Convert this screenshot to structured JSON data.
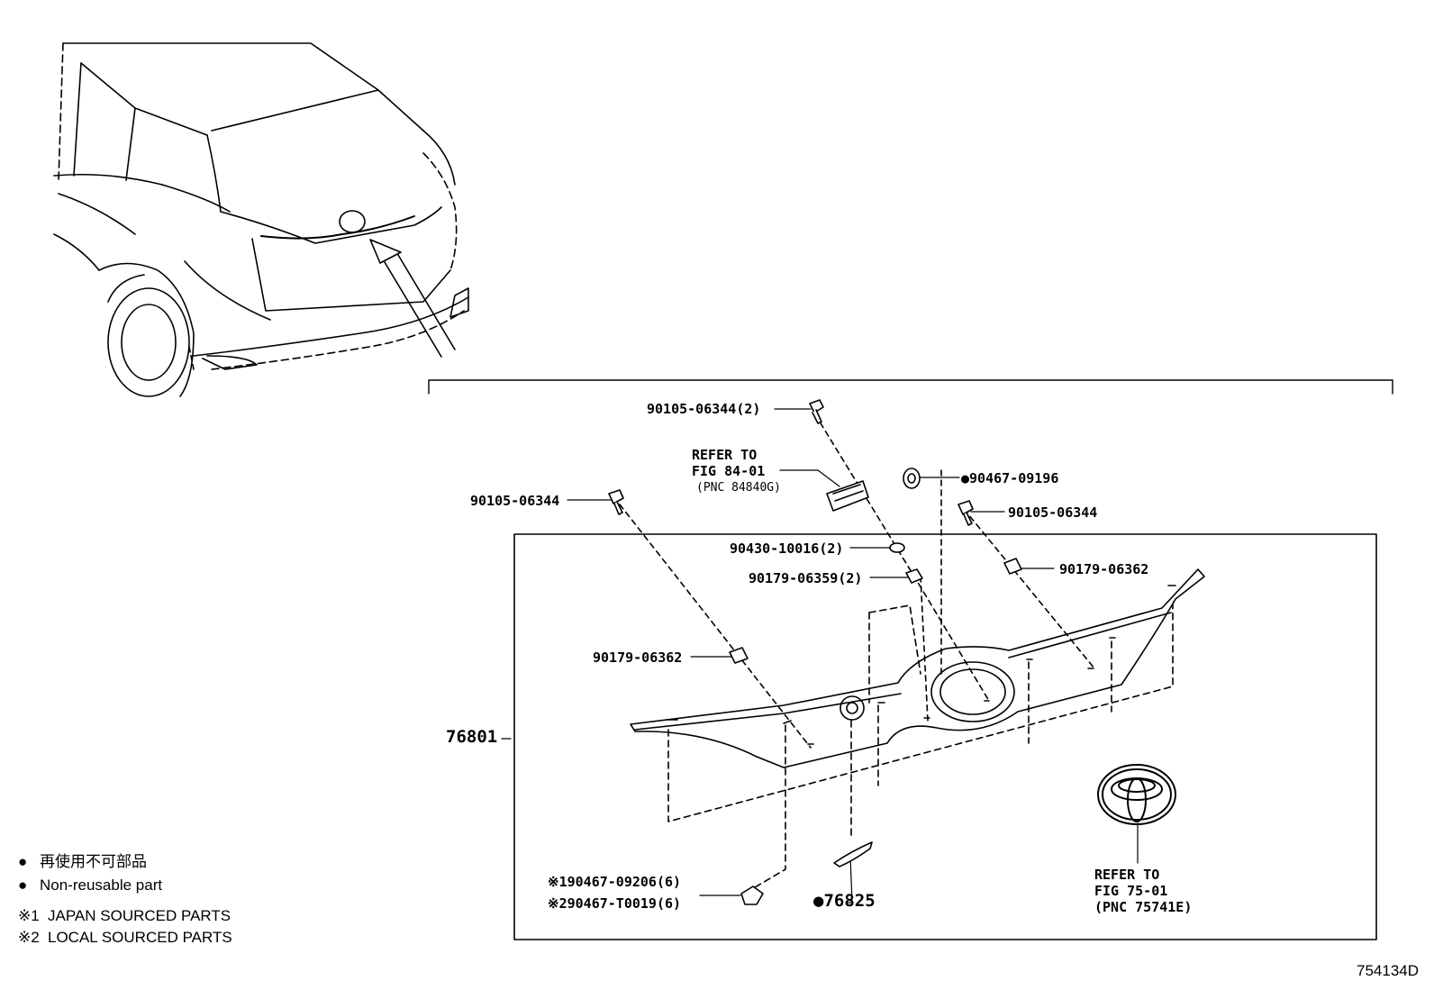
{
  "diagram": {
    "figure_code": "754134D",
    "assembly_part": "76801",
    "legend": [
      {
        "marker": "●",
        "text": "再使用不可部品"
      },
      {
        "marker": "●",
        "text": "Non-reusable part"
      },
      {
        "marker": "※1",
        "text": "JAPAN SOURCED PARTS"
      },
      {
        "marker": "※2",
        "text": "LOCAL SOURCED PARTS"
      }
    ],
    "callouts": [
      {
        "id": "top-bolt",
        "text": "90105-06344(2)"
      },
      {
        "id": "ref84-line1",
        "text": "REFER TO"
      },
      {
        "id": "ref84-line2",
        "text": "FIG 84-01"
      },
      {
        "id": "ref84-line3",
        "text": "(PNC 84840G)"
      },
      {
        "id": "cap",
        "text": "●90467-09196"
      },
      {
        "id": "left-bolt",
        "text": "90105-06344"
      },
      {
        "id": "right-bolt",
        "text": "90105-06344"
      },
      {
        "id": "washer",
        "text": "90430-10016(2)"
      },
      {
        "id": "nut-center",
        "text": "90179-06359(2)"
      },
      {
        "id": "nut-right",
        "text": "90179-06362"
      },
      {
        "id": "nut-left",
        "text": "90179-06362"
      },
      {
        "id": "clip-japan",
        "text": "※190467-09206(6)"
      },
      {
        "id": "clip-local",
        "text": "※290467-T0019(6)"
      },
      {
        "id": "seal",
        "text": "●76825"
      },
      {
        "id": "ref75-line1",
        "text": "REFER TO"
      },
      {
        "id": "ref75-line2",
        "text": "FIG 75-01"
      },
      {
        "id": "ref75-line3",
        "text": "(PNC 75741E)"
      }
    ]
  }
}
